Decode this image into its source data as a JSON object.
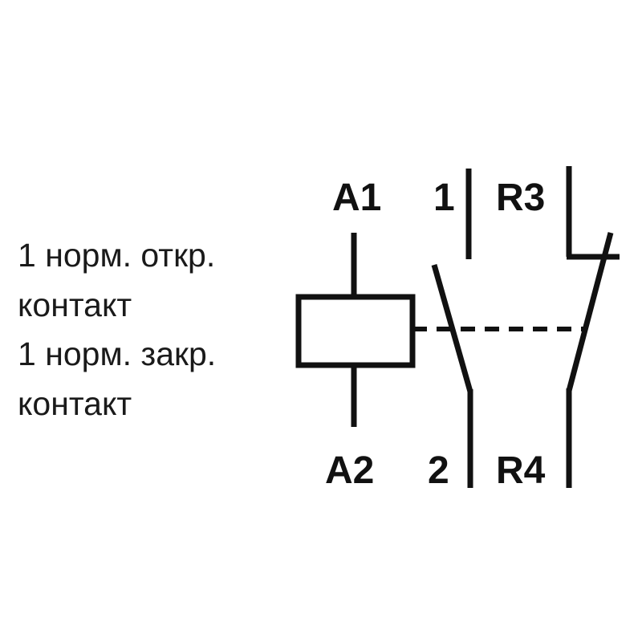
{
  "description": {
    "lines": [
      "1 норм. откр.",
      "контакт",
      "1 норм. закр.",
      "контакт"
    ]
  },
  "terminals": {
    "a1": "A1",
    "a2": "A2",
    "no_top": "1",
    "no_bottom": "2",
    "nc_top": "R3",
    "nc_bottom": "R4"
  }
}
